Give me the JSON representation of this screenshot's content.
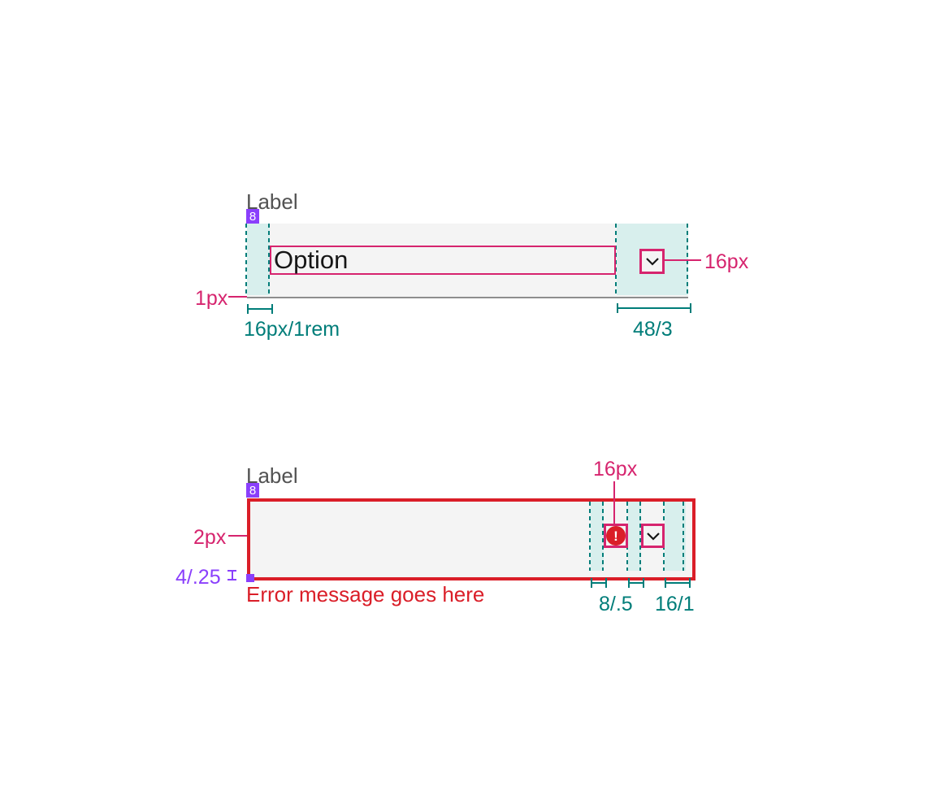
{
  "colors": {
    "annotation_pink": "#d6246e",
    "annotation_teal": "#007d79",
    "teal_highlight_fill": "#d8efed",
    "token_purple": "#8a3ffc",
    "error_red": "#da1e28",
    "field_background": "#f4f4f4",
    "field_border_gray": "#8d8d8d",
    "label_gray": "#525252",
    "text_black": "#161616"
  },
  "default_state": {
    "label": "Label",
    "spacing_token": "8",
    "selected_option": "Option",
    "annotations": {
      "border_bottom_width": "1px",
      "padding_left": "16px/1rem",
      "icon_area_width": "48/3",
      "icon_size": "16px"
    }
  },
  "error_state": {
    "label": "Label",
    "spacing_token": "8",
    "error_message": "Error message goes here",
    "error_icon_glyph": "!",
    "annotations": {
      "icon_size": "16px",
      "border_width": "2px",
      "error_text_gap": "4/.25",
      "icon_gap": "8/.5",
      "padding_right": "16/1"
    }
  }
}
